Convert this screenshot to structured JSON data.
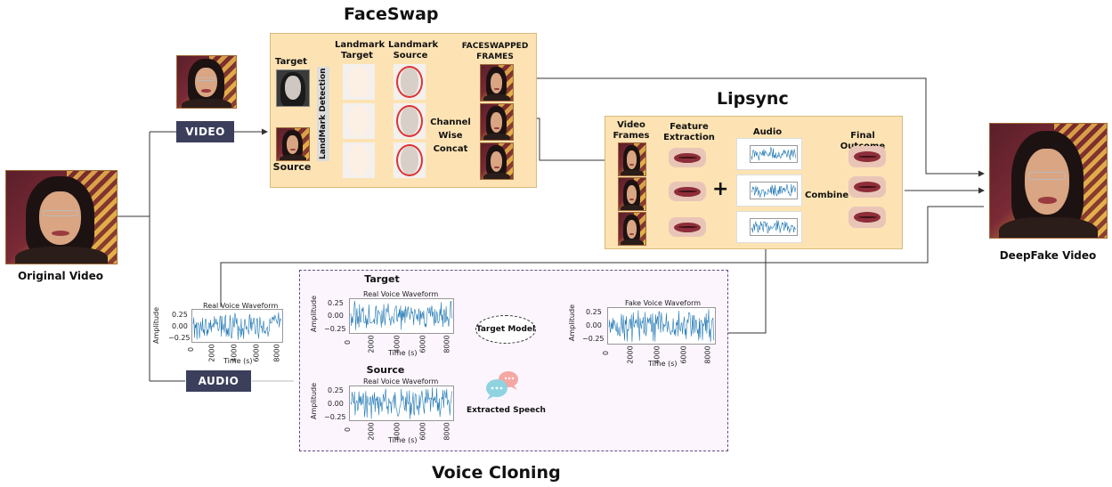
{
  "titles": {
    "faceswap": "FaceSwap",
    "lipsync": "Lipsync",
    "voice_cloning": "Voice Cloning"
  },
  "inputs": {
    "original_video": "Original Video",
    "video_button": "VIDEO",
    "audio_button": "AUDIO",
    "deepfake_video": "DeepFake Video"
  },
  "faceswap": {
    "target": "Target",
    "source": "Source",
    "landmark_detection": "LandMark Detection",
    "landmark_target": "Landmark Target",
    "landmark_source": "Landmark Source",
    "channel_concat": "Channel Wise Concat",
    "faceswapped_frames": "FACESWAPPED FRAMES"
  },
  "lipsync": {
    "video_frames": "Video Frames",
    "feature_extraction": "Feature Extraction",
    "audio": "Audio",
    "plus": "+",
    "combine": "Combine",
    "final_outcome": "Final Outcome"
  },
  "voice_cloning": {
    "target": "Target",
    "source": "Source",
    "target_model": "Target Model",
    "extracted_speech": "Extracted Speech"
  },
  "plots": {
    "real_title": "Real Voice Waveform",
    "fake_title": "Fake Voice Waveform",
    "ylabel": "Amplitude",
    "xlabel": "Time (s)",
    "yticks": [
      "0.25",
      "0.00",
      "−0.25"
    ],
    "xticks": [
      "0",
      "2000",
      "4000",
      "6000",
      "8000"
    ]
  },
  "colors": {
    "panel": "#fde3b3",
    "button": "#3b3f5c",
    "waveform": "#1f77b4",
    "voice_box": "#fcf5fe"
  },
  "icons": {
    "speech": "speech-bubbles-icon"
  }
}
